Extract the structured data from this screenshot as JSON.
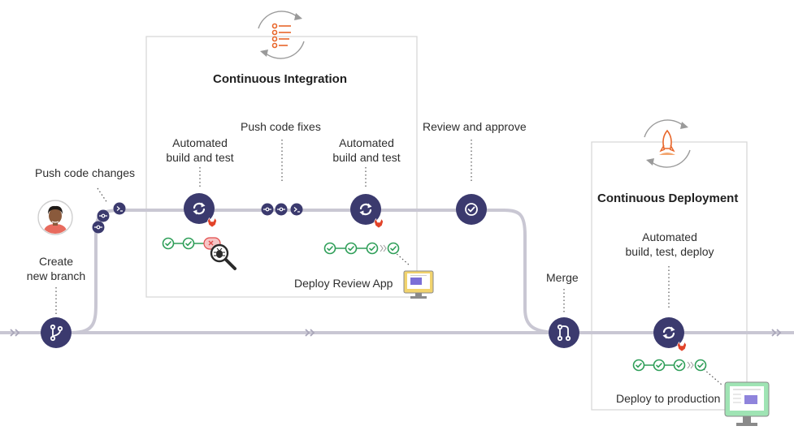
{
  "ci": {
    "title": "Continuous Integration"
  },
  "cd": {
    "title": "Continuous Deployment"
  },
  "labels": {
    "push_code_changes": "Push code changes",
    "create_new_branch": "Create\nnew branch",
    "automated_build_test_1": "Automated\nbuild and test",
    "push_code_fixes": "Push code fixes",
    "automated_build_test_2": "Automated\nbuild and test",
    "review_and_approve": "Review and approve",
    "deploy_review_app": "Deploy Review App",
    "merge": "Merge",
    "automated_build_test_deploy": "Automated\nbuild, test, deploy",
    "deploy_to_production": "Deploy to production"
  },
  "colors": {
    "node": "#3b3a6e",
    "pipeline": "#c9c7d3",
    "pass": "#2e9e58",
    "fail": "#e24c4b",
    "ci_icon": "#e8662a",
    "gitlab_orange": "#e24329",
    "monitor_yellow": "#f1d36d",
    "monitor_green": "#9fe4b4",
    "screen_purple": "#7b6fd6"
  },
  "icons": {
    "branch": "git-branch-icon",
    "build": "refresh-icon",
    "approve": "check-circle-icon",
    "merge": "git-merge-icon",
    "commit": "commit-icon",
    "terminal": "terminal-icon",
    "bug": "bug-icon",
    "magnifier": "magnifier-icon",
    "rocket": "rocket-icon",
    "checklist": "checklist-icon",
    "monitor": "monitor-icon",
    "avatar": "developer-avatar"
  }
}
